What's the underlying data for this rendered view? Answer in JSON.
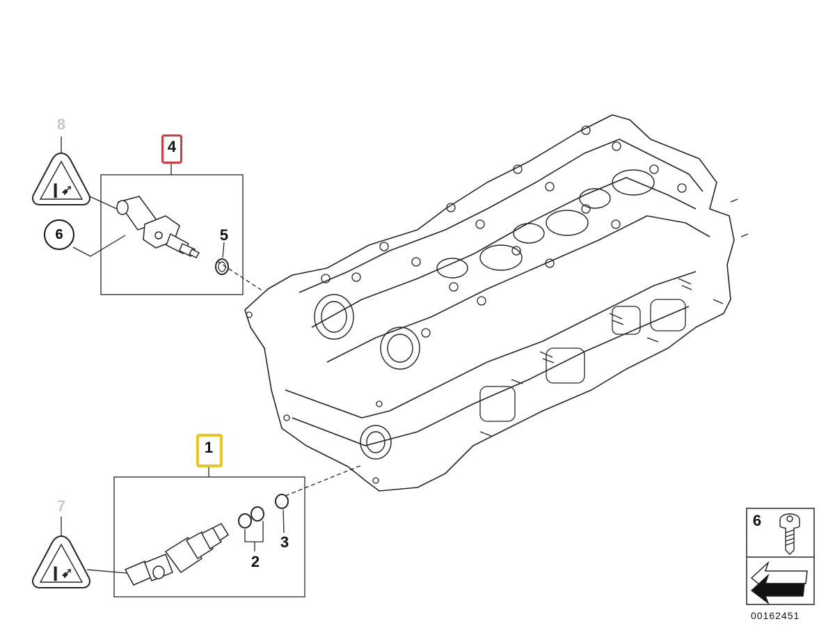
{
  "callouts": {
    "c1": "1",
    "c2": "2",
    "c3": "3",
    "c4": "4",
    "c5": "5",
    "c6_circle": "6",
    "c7": "7",
    "c8": "8",
    "legend_6": "6"
  },
  "highlight_colors": {
    "red": "#d9393d",
    "yellow": "#f0c419"
  },
  "reference_number": "00162451",
  "icons": [
    "warning-triangle-icon",
    "torque-spec-icon",
    "bolt-icon",
    "arrow-icon"
  ]
}
